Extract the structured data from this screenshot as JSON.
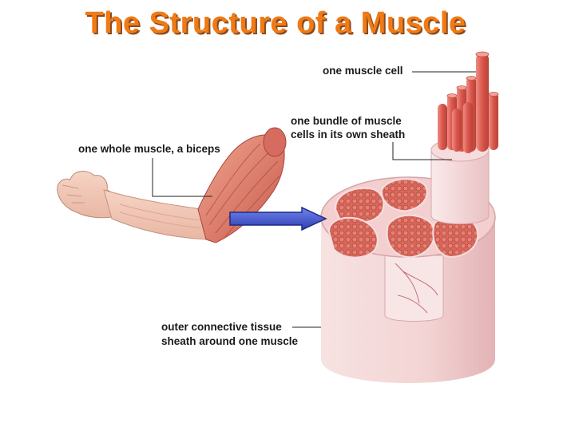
{
  "title": "The Structure of a Muscle",
  "labels": {
    "muscle_cell": "one muscle cell",
    "bundle_line1": "one bundle of muscle",
    "bundle_line2": "cells in its own sheath",
    "whole_muscle": "one whole muscle, a biceps",
    "outer_line1": "outer connective tissue",
    "outer_line2": "sheath around one muscle"
  },
  "colors": {
    "title": "#f07a14",
    "muscle": "#d9665a",
    "sheath": "#f2d6d6",
    "arrow": "#3a4fc8"
  }
}
